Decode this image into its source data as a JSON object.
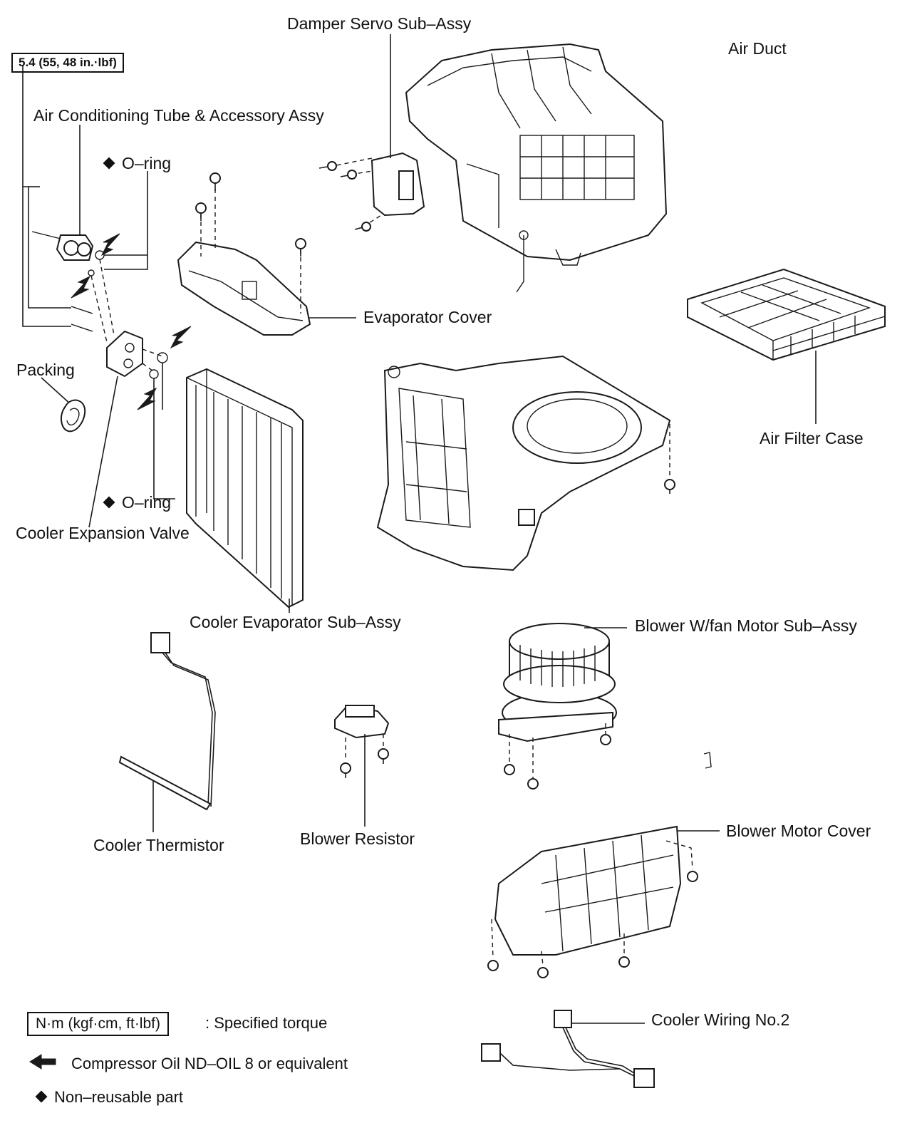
{
  "labels": {
    "damper_servo": "Damper Servo Sub–Assy",
    "air_duct": "Air Duct",
    "torque_value": "5.4 (55, 48 in.·lbf)",
    "ac_tube": "Air Conditioning Tube & Accessory Assy",
    "oring_top": "O–ring",
    "evaporator_cover": "Evaporator Cover",
    "packing": "Packing",
    "air_filter_case": "Air Filter Case",
    "oring_bottom": "O–ring",
    "cooler_expansion_valve": "Cooler Expansion Valve",
    "cooler_evaporator": "Cooler Evaporator Sub–Assy",
    "blower_motor": "Blower W/fan Motor Sub–Assy",
    "cooler_thermistor": "Cooler Thermistor",
    "blower_resistor": "Blower Resistor",
    "blower_motor_cover": "Blower Motor Cover",
    "cooler_wiring": "Cooler Wiring No.2"
  },
  "legend": {
    "torque_unit": "N·m (kgf·cm, ft·lbf)",
    "torque_desc": ": Specified torque",
    "oil_desc": "Compressor Oil ND–OIL 8 or equivalent",
    "nonreusable_desc": "Non–reusable part"
  },
  "icons": {
    "diamond": "non-reusable-diamond-icon",
    "arrow": "compressor-oil-arrow-icon"
  }
}
